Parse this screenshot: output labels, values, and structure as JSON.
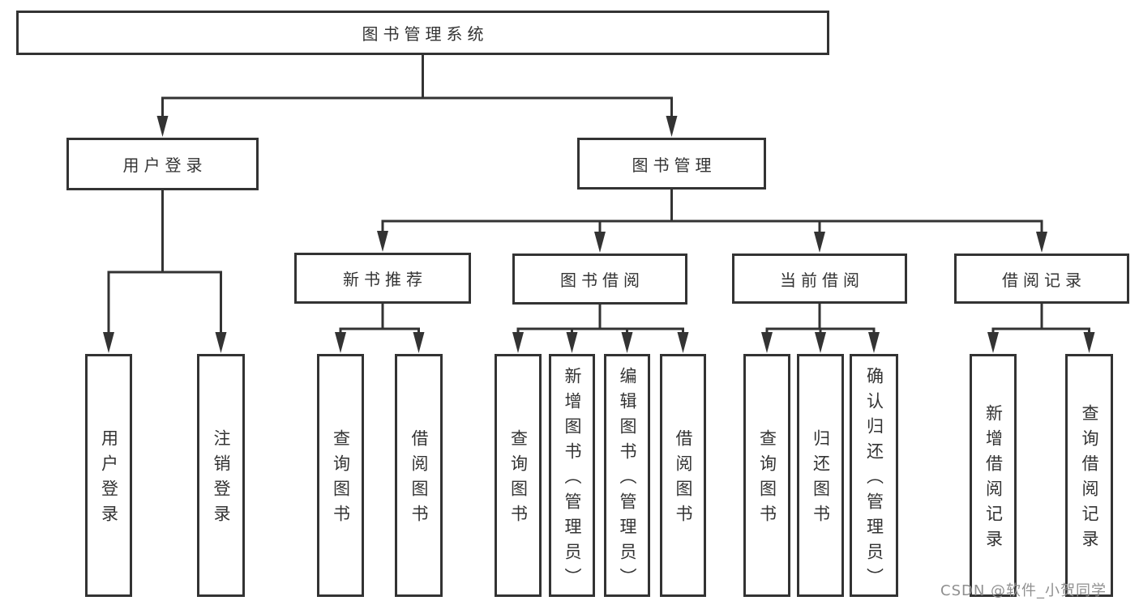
{
  "colors": {
    "line": "#333333",
    "text": "#333333",
    "background": "#ffffff",
    "watermark": "#8f8f8f"
  },
  "watermark": "CSDN @软件_小贺同学",
  "nodes": [
    {
      "id": "root",
      "label": "图书管理系统",
      "orientation": "horizontal"
    },
    {
      "id": "user-login",
      "label": "用户登录",
      "orientation": "horizontal"
    },
    {
      "id": "book-mgmt",
      "label": "图书管理",
      "orientation": "horizontal"
    },
    {
      "id": "login",
      "label": "用户登录",
      "orientation": "vertical"
    },
    {
      "id": "logout",
      "label": "注销登录",
      "orientation": "vertical"
    },
    {
      "id": "new-book-rec",
      "label": "新书推荐",
      "orientation": "horizontal"
    },
    {
      "id": "book-borrow",
      "label": "图书借阅",
      "orientation": "horizontal"
    },
    {
      "id": "current-borrow",
      "label": "当前借阅",
      "orientation": "horizontal"
    },
    {
      "id": "borrow-records",
      "label": "借阅记录",
      "orientation": "horizontal"
    },
    {
      "id": "query-books-1",
      "label": "查询图书",
      "orientation": "vertical"
    },
    {
      "id": "borrow-books-1",
      "label": "借阅图书",
      "orientation": "vertical"
    },
    {
      "id": "query-books-2",
      "label": "查询图书",
      "orientation": "vertical"
    },
    {
      "id": "add-books",
      "label": "新增图书（管理员）",
      "orientation": "vertical"
    },
    {
      "id": "edit-books",
      "label": "编辑图书（管理员）",
      "orientation": "vertical"
    },
    {
      "id": "borrow-books-2",
      "label": "借阅图书",
      "orientation": "vertical"
    },
    {
      "id": "query-books-3",
      "label": "查询图书",
      "orientation": "vertical"
    },
    {
      "id": "return-books",
      "label": "归还图书",
      "orientation": "vertical"
    },
    {
      "id": "confirm-return",
      "label": "确认归还（管理员）",
      "orientation": "vertical"
    },
    {
      "id": "add-borrow-record",
      "label": "新增借阅记录",
      "orientation": "vertical"
    },
    {
      "id": "query-borrow-record",
      "label": "查询借阅记录",
      "orientation": "vertical"
    }
  ],
  "edges": [
    {
      "parent": "root",
      "children": [
        "user-login",
        "book-mgmt"
      ]
    },
    {
      "parent": "user-login",
      "children": [
        "login",
        "logout"
      ]
    },
    {
      "parent": "book-mgmt",
      "children": [
        "new-book-rec",
        "book-borrow",
        "current-borrow",
        "borrow-records"
      ]
    },
    {
      "parent": "new-book-rec",
      "children": [
        "query-books-1",
        "borrow-books-1"
      ]
    },
    {
      "parent": "book-borrow",
      "children": [
        "query-books-2",
        "add-books",
        "edit-books",
        "borrow-books-2"
      ]
    },
    {
      "parent": "current-borrow",
      "children": [
        "query-books-3",
        "return-books",
        "confirm-return"
      ]
    },
    {
      "parent": "borrow-records",
      "children": [
        "add-borrow-record",
        "query-borrow-record"
      ]
    }
  ]
}
